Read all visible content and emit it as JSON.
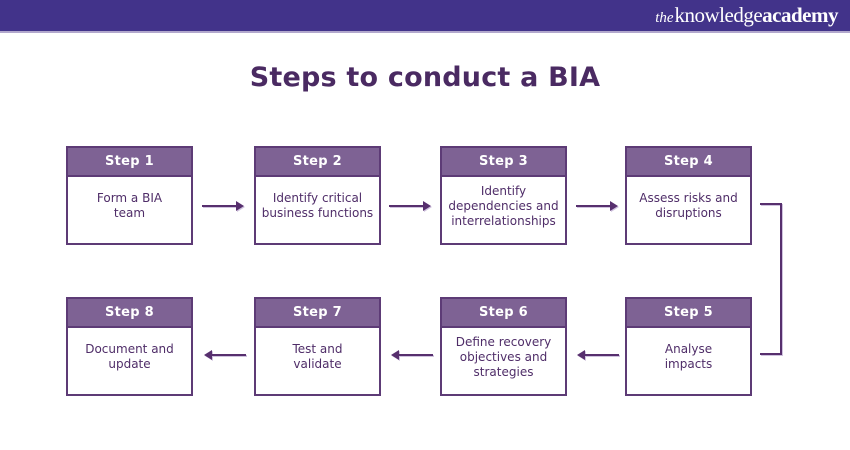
{
  "banner": {
    "logo_the": "the",
    "logo_knowledge": "knowledge",
    "logo_academy": "academy"
  },
  "title": "Steps to conduct a BIA",
  "colors": {
    "banner_background": "#42338a",
    "banner_underline": "#b2a8cd",
    "step_header_fill": "#7e6294",
    "box_border": "#5d3b76",
    "title_text": "#4a2a62",
    "body_text": "#4f2d68",
    "arrow": "#572f6e"
  },
  "steps": [
    {
      "label": "Step 1",
      "text": "Form a BIA\nteam"
    },
    {
      "label": "Step 2",
      "text": "Identify critical\nbusiness functions"
    },
    {
      "label": "Step 3",
      "text": "Identify\ndependencies and\ninterrelationships"
    },
    {
      "label": "Step 4",
      "text": "Assess risks and\ndisruptions"
    },
    {
      "label": "Step 5",
      "text": "Analyse\nimpacts"
    },
    {
      "label": "Step 6",
      "text": "Define recovery\nobjectives and\nstrategies"
    },
    {
      "label": "Step 7",
      "text": "Test and\nvalidate"
    },
    {
      "label": "Step 8",
      "text": "Document and\nupdate"
    }
  ]
}
